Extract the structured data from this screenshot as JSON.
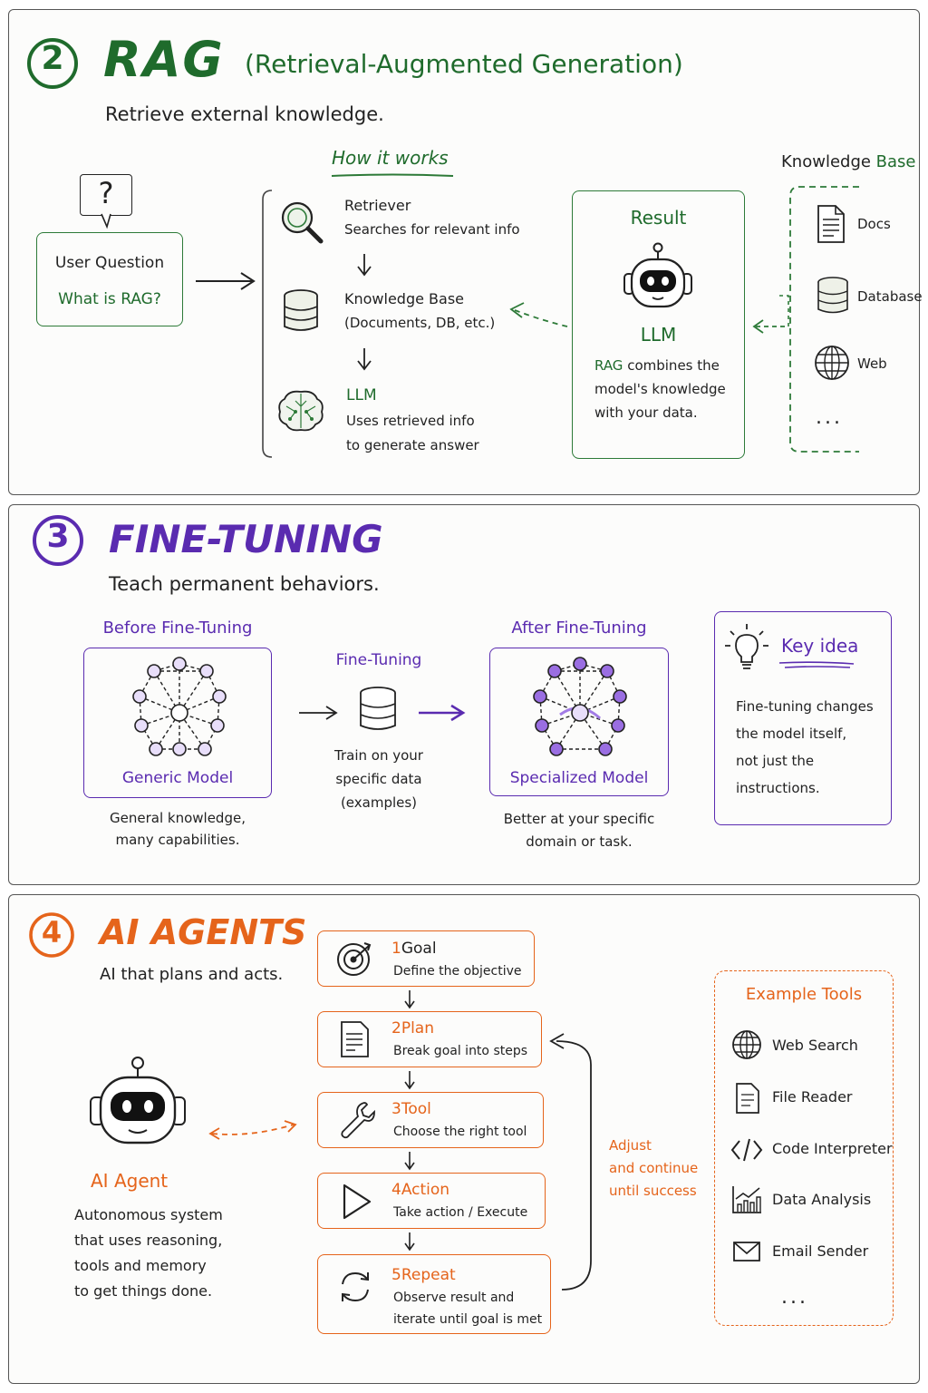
{
  "rag": {
    "number": "2",
    "title": "RAG",
    "subtitle": "(Retrieval-Augmented Generation)",
    "tagline": "Retrieve external knowledge.",
    "question_mark": "?",
    "user_question_label": "User Question",
    "user_question_value": "What is RAG?",
    "how_it_works": "How it works",
    "steps": [
      {
        "title": "Retriever",
        "desc": "Searches for relevant info"
      },
      {
        "title": "Knowledge Base",
        "desc": "(Documents, DB, etc.)"
      },
      {
        "title": "LLM",
        "desc1": "Uses retrieved info",
        "desc2": "to generate answer"
      }
    ],
    "result": {
      "title": "Result",
      "llm": "LLM",
      "line1_a": "RAG",
      "line1_b": " combines the",
      "line2": "model's knowledge",
      "line3": "with your data."
    },
    "kb": {
      "title_a": "Knowledge ",
      "title_b": "Base",
      "items": [
        "Docs",
        "Database",
        "Web"
      ],
      "more": "..."
    }
  },
  "ft": {
    "number": "3",
    "title": "FINE-TUNING",
    "tagline": "Teach permanent behaviors.",
    "before_title": "Before Fine-Tuning",
    "before_model": "Generic Model",
    "before_desc1": "General knowledge,",
    "before_desc2": "many capabilities.",
    "middle_title": "Fine-Tuning",
    "middle_desc1": "Train on your",
    "middle_desc2": "specific data",
    "middle_desc3": "(examples)",
    "after_title": "After Fine-Tuning",
    "after_model": "Specialized Model",
    "after_desc1": "Better at your specific",
    "after_desc2": "domain or task.",
    "key_idea_title": "Key idea",
    "key_idea_lines": [
      "Fine-tuning changes",
      "the model itself,",
      "not just the",
      "instructions."
    ]
  },
  "agents": {
    "number": "4",
    "title": "AI AGENTS",
    "tagline": "AI that plans and acts.",
    "agent_label": "AI Agent",
    "agent_desc": [
      "Autonomous system",
      "that uses reasoning,",
      "tools and memory",
      "to get things done."
    ],
    "steps": [
      {
        "num": "1",
        "title": "Goal",
        "desc": "Define the objective"
      },
      {
        "num": "2",
        "title": "Plan",
        "desc": "Break goal into steps"
      },
      {
        "num": "3",
        "title": "Tool",
        "desc": "Choose the right tool"
      },
      {
        "num": "4",
        "title": "Action",
        "desc": "Take action / Execute"
      },
      {
        "num": "5",
        "title": "Repeat",
        "desc1": "Observe result and",
        "desc2": "iterate until goal is met"
      }
    ],
    "loop_label": [
      "Adjust",
      "and continue",
      "until success"
    ],
    "tools_title": "Example Tools",
    "tools": [
      "Web Search",
      "File Reader",
      "Code Interpreter",
      "Data Analysis",
      "Email Sender"
    ],
    "tools_more": "..."
  },
  "colors": {
    "rag": "#1f6b2c",
    "fine_tuning": "#5a2bb0",
    "agents": "#e5641b",
    "ink": "#222222"
  }
}
